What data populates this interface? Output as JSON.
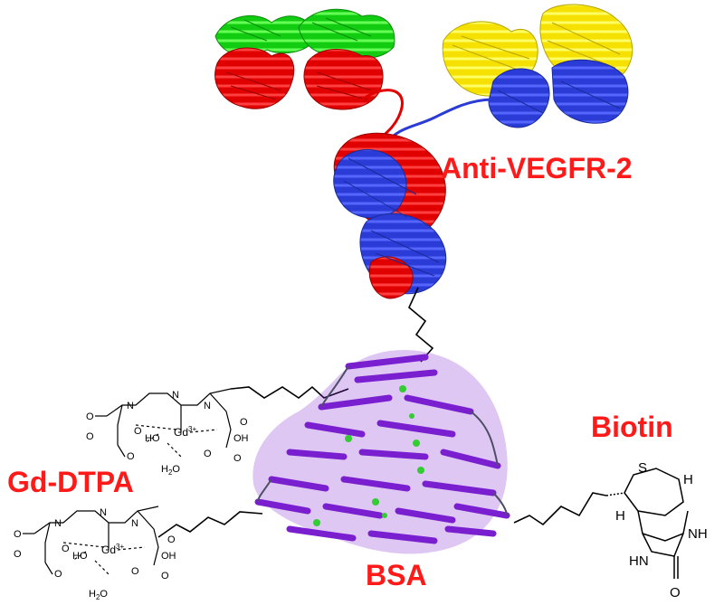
{
  "labels": {
    "antibody": "Anti-VEGFR-2",
    "biotin": "Biotin",
    "gd_dtpa": "Gd-DTPA",
    "bsa": "BSA"
  },
  "chem_text": {
    "N": "N",
    "O": "O",
    "OH": "OH",
    "HO": "HO",
    "O_minus": "O",
    "gd": "Gd",
    "gd_charge": "3+",
    "h2o_h": "H",
    "h2o_sub": "2",
    "h2o_o": "O",
    "S": "S",
    "H": "H",
    "NH": "NH",
    "HN": "HN"
  },
  "colors": {
    "label": "#ff1a1a",
    "antibody_heavy_chain": "#ff0000",
    "antibody_heavy_chain_2": "#3344dd",
    "antibody_light_chain": "#22dd11",
    "antibody_light_chain_2": "#ffee11",
    "bsa_helix": "#7a1fd0",
    "bsa_ligand": "#33cc33",
    "linker": "#000000"
  }
}
